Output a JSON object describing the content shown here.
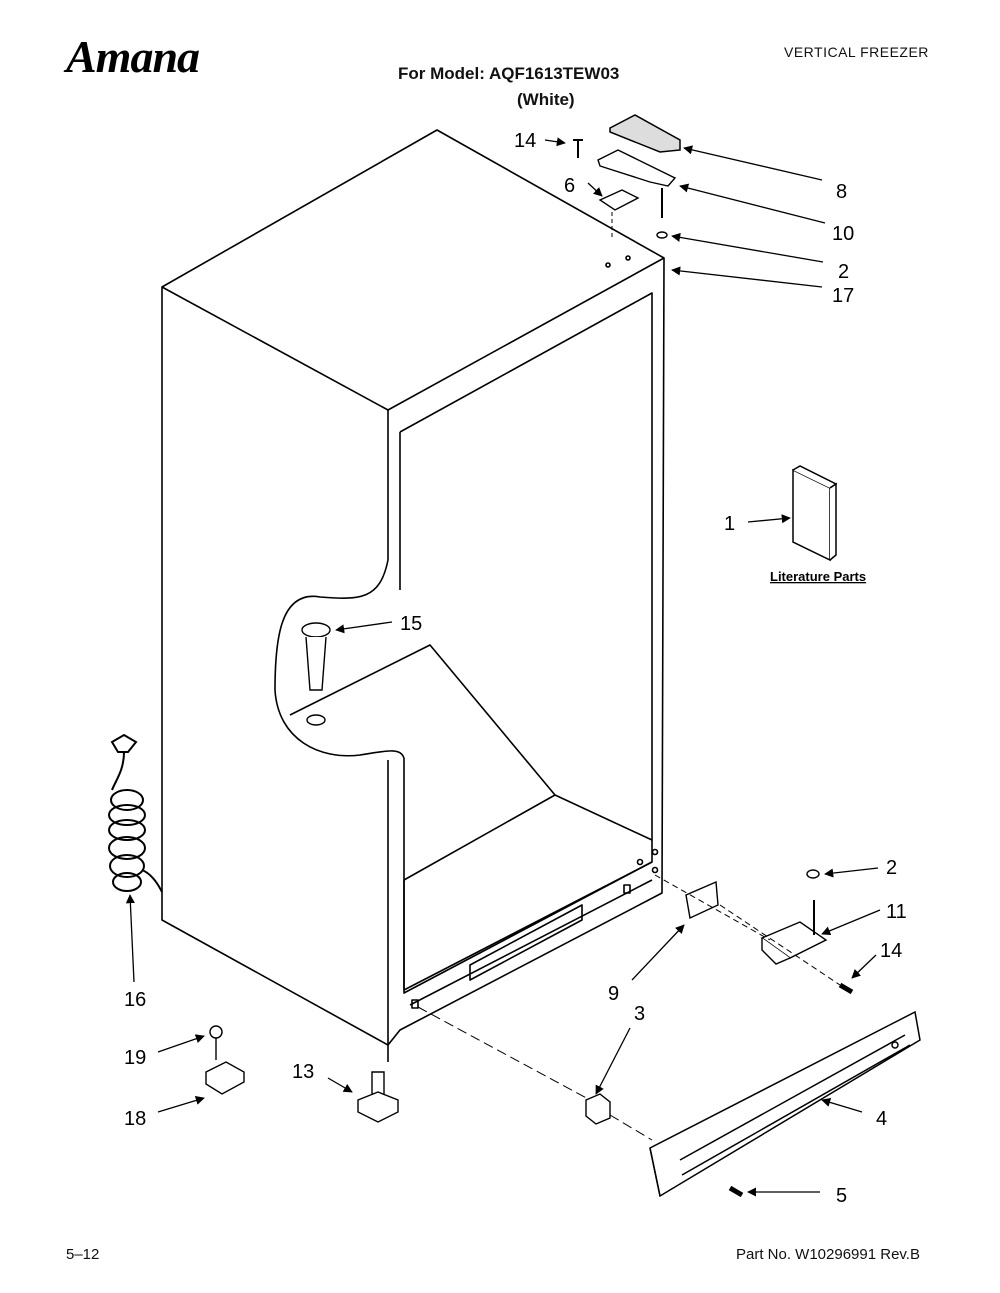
{
  "header": {
    "brand": "Amana",
    "doc_type": "VERTICAL FREEZER",
    "model_line": "For Model: AQF1613TEW03",
    "color_line": "(White)"
  },
  "footer": {
    "page_number": "5–12",
    "part_number": "Part No. W10296991 Rev.B"
  },
  "literature_label": "Literature Parts",
  "callouts": {
    "c14_top": "14",
    "c6": "6",
    "c8": "8",
    "c10": "10",
    "c2_top": "2",
    "c17": "17",
    "c1": "1",
    "c15": "15",
    "c16": "16",
    "c2_bottom": "2",
    "c11": "11",
    "c14_bottom": "14",
    "c9": "9",
    "c3": "3",
    "c4": "4",
    "c5": "5",
    "c19": "19",
    "c13": "13",
    "c18": "18"
  }
}
